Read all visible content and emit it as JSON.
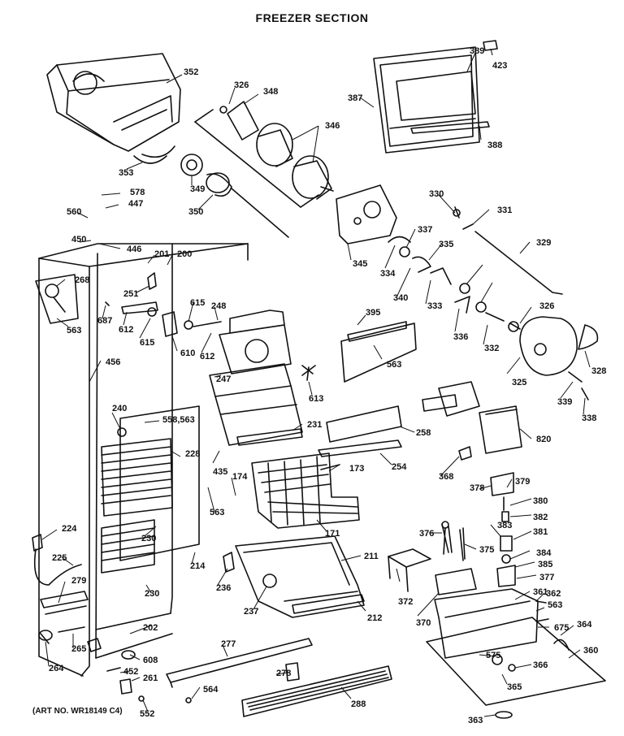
{
  "diagram": {
    "title": "FREEZER SECTION",
    "art_no": "(ART NO. WR18149 C4)",
    "part_numbers": [
      "352",
      "326",
      "348",
      "346",
      "387",
      "389",
      "423",
      "388",
      "353",
      "349",
      "350",
      "578",
      "447",
      "560",
      "450",
      "446",
      "345",
      "330",
      "331",
      "329",
      "337",
      "335",
      "334",
      "340",
      "333",
      "336",
      "332",
      "326",
      "325",
      "328",
      "339",
      "338",
      "201",
      "200",
      "268",
      "251",
      "687",
      "612",
      "615",
      "610",
      "248",
      "563",
      "456",
      "615",
      "612",
      "247",
      "613",
      "395",
      "563",
      "240",
      "558,563",
      "228",
      "435",
      "174",
      "231",
      "258",
      "254",
      "173",
      "820",
      "368",
      "378",
      "379",
      "380",
      "382",
      "381",
      "383",
      "376",
      "375",
      "384",
      "385",
      "377",
      "224",
      "225",
      "279",
      "230",
      "214",
      "563",
      "230",
      "236",
      "171",
      "211",
      "372",
      "370",
      "361",
      "362",
      "563",
      "675",
      "364",
      "202",
      "237",
      "212",
      "265",
      "264",
      "608",
      "277",
      "575",
      "360",
      "366",
      "452",
      "261",
      "278",
      "365",
      "564",
      "552",
      "288",
      "363"
    ]
  }
}
